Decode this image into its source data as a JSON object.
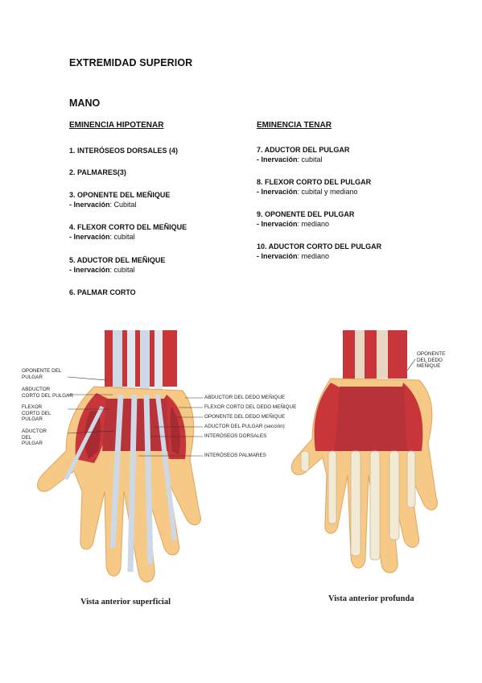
{
  "document": {
    "title": "EXTREMIDAD SUPERIOR",
    "section": "MANO"
  },
  "left_column": {
    "heading": "EMINENCIA HIPOTENAR",
    "entries": [
      {
        "title": "1. INTERÓSEOS DORSALES (4)"
      },
      {
        "title": "2. PALMARES(3)"
      },
      {
        "title": "3. OPONENTE DEL MEÑIQUE",
        "nerve_label": "- Inervación",
        "nerve_value": ": Cubital"
      },
      {
        "title": "4. FLEXOR CORTO DEL MEÑIQUE",
        "nerve_label": "- Inervación",
        "nerve_value": ": cubital"
      },
      {
        "title": "5. ADUCTOR DEL MEÑIQUE",
        "nerve_label": "- Inervación",
        "nerve_value": ": cubital"
      },
      {
        "title": "6. PALMAR CORTO"
      }
    ]
  },
  "right_column": {
    "heading": "EMINENCIA TENAR",
    "entries": [
      {
        "title": "7. ADUCTOR DEL PULGAR",
        "nerve_label": "- Inervación",
        "nerve_value": ": cubital"
      },
      {
        "title": "8. FLEXOR CORTO DEL PULGAR",
        "nerve_label": "- Inervación",
        "nerve_value": ": cubital y mediano"
      },
      {
        "title": "9. OPONENTE DEL PULGAR",
        "nerve_label": "- Inervación",
        "nerve_value": ": mediano"
      },
      {
        "title": "10. ADUCTOR CORTO DEL PULGAR",
        "nerve_label": "- Inervación",
        "nerve_value": ": mediano"
      }
    ]
  },
  "figures": {
    "left": {
      "caption": "Vista anterior superficial",
      "labels": {
        "oponente_pulgar": "OPONENTE DEL\nPULGAR",
        "abductor_corto_pulgar": "ABDUCTOR\nCORTO DEL PULGAR",
        "flexor_corto_pulgar": "FLEXOR\nCORTO DEL\nPULGAR",
        "aductor_pulgar": "ADUCTOR\nDEL\nPULGAR",
        "abductor_dedo_menique": "ABDUCTOR DEL DEDO MEÑIQUE",
        "flexor_corto_dedo_menique": "FLEXOR CORTO DEL DEDO MEÑIQUE",
        "oponente_dedo_menique": "OPONENTE DEL DEDO MEÑIQUE",
        "aductor_pulgar_seccion": "ADUCTOR DEL PULGAR (sección)",
        "interoseos_dorsales": "INTERÓSEOS DORSALES",
        "interoseos_palmares": "INTERÓSEOS PALMARES"
      }
    },
    "right": {
      "caption": "Vista anterior profunda",
      "labels": {
        "oponente_dedo_menique": "OPONENTE\nDEL DEDO\nMEÑIQUE"
      }
    }
  },
  "colors": {
    "muscle": "#c8363a",
    "muscle_dark": "#8e1e22",
    "skin": "#f6c987",
    "tendon": "#cdd9e6",
    "bone": "#f3ead6"
  }
}
